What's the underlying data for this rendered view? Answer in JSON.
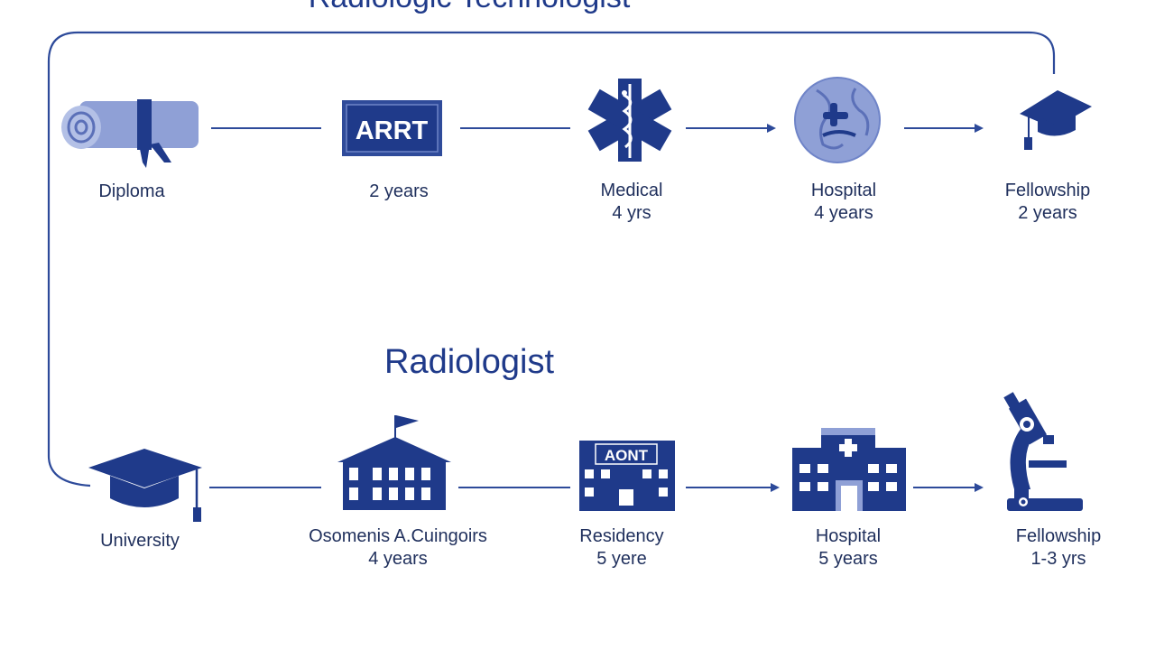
{
  "top_row": {
    "title": "Radiologic Technologist",
    "stages": [
      {
        "name": "Diploma",
        "duration": "",
        "icon": "diploma-scroll-icon"
      },
      {
        "name": "ARRT",
        "duration": "2 years",
        "icon": "arrt-badge-icon"
      },
      {
        "name": "Medical",
        "duration": "4 yrs",
        "icon": "medical-star-of-life-icon"
      },
      {
        "name": "Hospital",
        "duration": "4 years",
        "icon": "globe-icon"
      },
      {
        "name": "Fellowship",
        "duration": "2 years",
        "icon": "graduation-cap-icon"
      }
    ]
  },
  "bottom_row": {
    "title": "Radiologist",
    "stages": [
      {
        "name": "University",
        "duration": "",
        "icon": "graduation-cap-icon"
      },
      {
        "name": "Osomenis A.Cuingoirs",
        "duration": "4 years",
        "icon": "school-building-icon"
      },
      {
        "name": "Residency",
        "duration": "5 yere",
        "icon": "aont-building-icon"
      },
      {
        "name": "Hospital",
        "duration": "5 years",
        "icon": "hospital-building-icon"
      },
      {
        "name": "Fellowship",
        "duration": "1-3 yrs",
        "icon": "microscope-icon"
      }
    ]
  },
  "badges": {
    "arrt": "ARRT",
    "aont": "AONT"
  },
  "colors": {
    "primary": "#1f3a8a",
    "secondary": "#2f4b9a",
    "light": "#8fa0d6",
    "line": "#2d4a9a"
  }
}
